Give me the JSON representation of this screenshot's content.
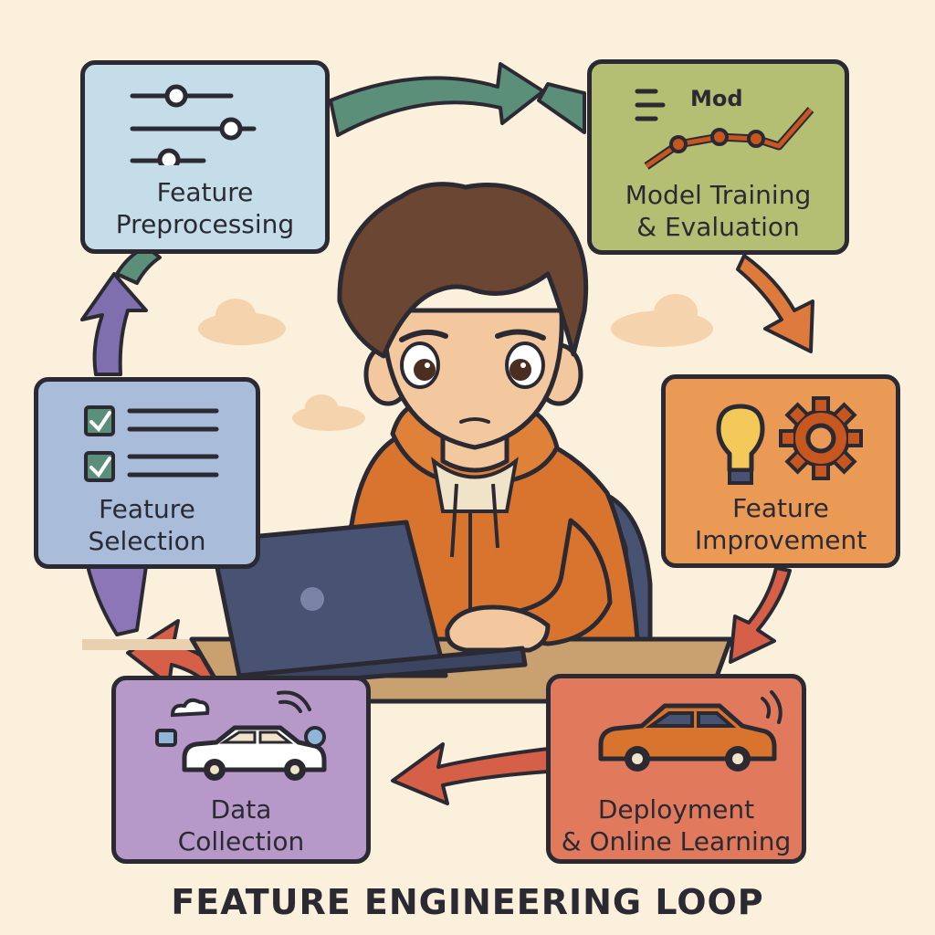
{
  "title": "FEATURE ENGINEERING LOOP",
  "steps": [
    {
      "id": "preprocessing",
      "line1": "Feature",
      "line2": "Preprocessing",
      "color": "#c5dde8",
      "icon": "sliders-icon"
    },
    {
      "id": "training",
      "line1": "Model Training",
      "line2": "& Evaluation",
      "color": "#b5bf73",
      "icon": "line-chart-icon",
      "icon_text": "Mod"
    },
    {
      "id": "improvement",
      "line1": "Feature",
      "line2": "Improvement",
      "color": "#ea9a55",
      "icon": "lightbulb-gear-icon"
    },
    {
      "id": "deployment",
      "line1": "Deployment",
      "line2": "& Online Learning",
      "color": "#e1795c",
      "icon": "car-icon"
    },
    {
      "id": "collection",
      "line1": "Data",
      "line2": "Collection",
      "color": "#b698c9",
      "icon": "connected-car-icon"
    },
    {
      "id": "selection",
      "line1": "Feature",
      "line2": "Selection",
      "color": "#a9bcd9",
      "icon": "checklist-icon"
    }
  ],
  "colors": {
    "background": "#fbf0dc",
    "outline": "#2b2a33",
    "hoodie": "#d9742f",
    "laptop": "#485272",
    "desk": "#c9a070",
    "arrow_green": "#5c8f7a",
    "arrow_orange": "#dd7a3c",
    "arrow_red": "#d65f48",
    "arrow_purple": "#7f6fae"
  }
}
